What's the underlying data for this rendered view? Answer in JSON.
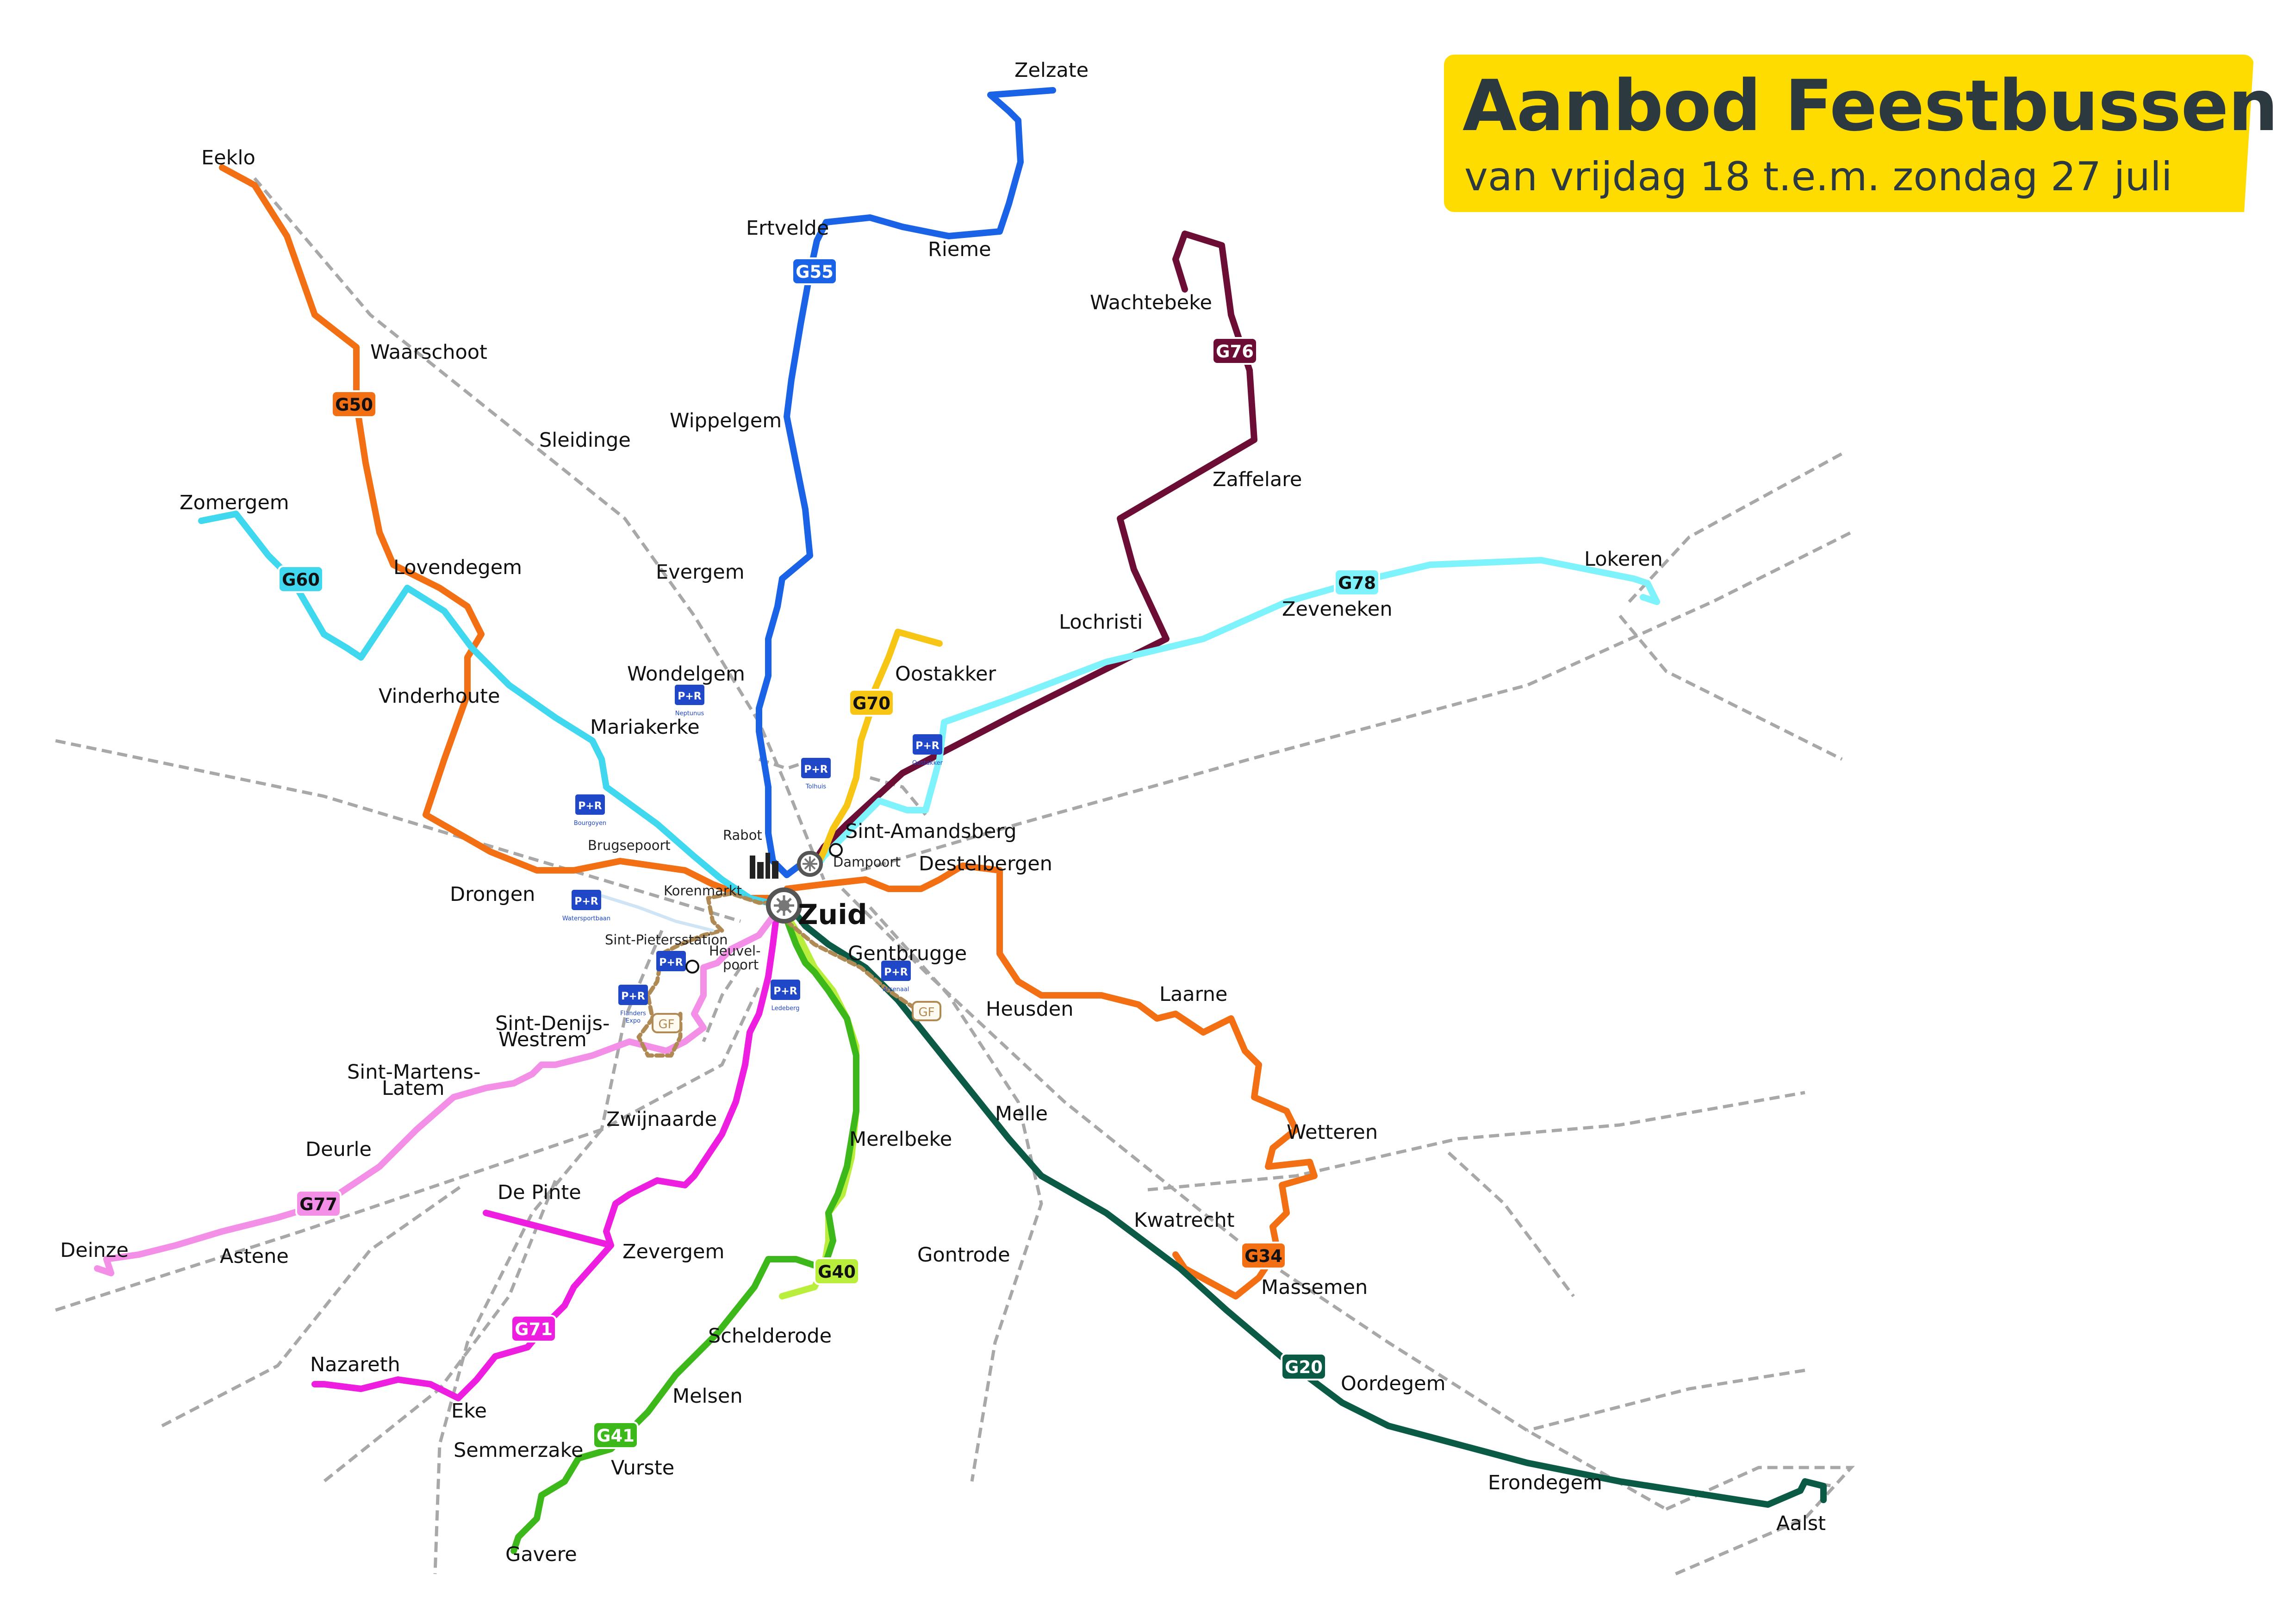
{
  "title": {
    "main": "Aanbod Feestbussen",
    "sub": "van vrijdag 18 t.e.m. zondag 27 juli"
  },
  "hub": {
    "label": "Zuid",
    "dampoort_label": "Dampoort"
  },
  "lines": [
    {
      "id": "G55",
      "color": "#1a63e6",
      "text_color": "#ffffff"
    },
    {
      "id": "G50",
      "color": "#f26f14",
      "text_color": "#111111"
    },
    {
      "id": "G60",
      "color": "#3fd8ef",
      "text_color": "#111111"
    },
    {
      "id": "G76",
      "color": "#6b0d35",
      "text_color": "#ffffff"
    },
    {
      "id": "G78",
      "color": "#7ff3fb",
      "text_color": "#111111"
    },
    {
      "id": "G70",
      "color": "#f7c614",
      "text_color": "#111111"
    },
    {
      "id": "G34",
      "color": "#f26f14",
      "text_color": "#111111"
    },
    {
      "id": "G77",
      "color": "#f48fe8",
      "text_color": "#111111"
    },
    {
      "id": "G71",
      "color": "#ee1ee0",
      "text_color": "#ffffff"
    },
    {
      "id": "G40",
      "color": "#b9ef3c",
      "text_color": "#111111"
    },
    {
      "id": "G41",
      "color": "#3db81b",
      "text_color": "#ffffff"
    },
    {
      "id": "G20",
      "color": "#0b5a45",
      "text_color": "#ffffff"
    }
  ],
  "places": {
    "zelzate": "Zelzate",
    "eeklo": "Eeklo",
    "ertvelde": "Ertvelde",
    "rieme": "Rieme",
    "waarschoot": "Waarschoot",
    "wachtebeke": "Wachtebeke",
    "sleidinge": "Sleidinge",
    "wippelgem": "Wippelgem",
    "zaffelare": "Zaffelare",
    "zomergem": "Zomergem",
    "lovendegem": "Lovendegem",
    "evergem": "Evergem",
    "lokeren": "Lokeren",
    "zeveneken": "Zeveneken",
    "lochristi": "Lochristi",
    "wondelgem": "Wondelgem",
    "oostakker": "Oostakker",
    "vinderhoute": "Vinderhoute",
    "mariakerke": "Mariakerke",
    "sint_amandsberg": "Sint-Amandsberg",
    "destelbergen": "Destelbergen",
    "drongen": "Drongen",
    "gentbrugge": "Gentbrugge",
    "heusden": "Heusden",
    "laarne": "Laarne",
    "sint_denijs_1": "Sint-Denijs-",
    "sint_denijs_2": "Westrem",
    "sint_martens_1": "Sint-Martens-",
    "sint_martens_2": "Latem",
    "zwijnaarde": "Zwijnaarde",
    "melle": "Melle",
    "deurle": "Deurle",
    "merelbeke": "Merelbeke",
    "wetteren": "Wetteren",
    "de_pinte": "De Pinte",
    "kwatrecht": "Kwatrecht",
    "deinze": "Deinze",
    "astene": "Astene",
    "zevergem": "Zevergem",
    "gontrode": "Gontrode",
    "massemen": "Massemen",
    "schelderode": "Schelderode",
    "nazareth": "Nazareth",
    "oordegem": "Oordegem",
    "melsen": "Melsen",
    "eke": "Eke",
    "semmerzake": "Semmerzake",
    "erondegem": "Erondegem",
    "vurste": "Vurste",
    "aalst": "Aalst",
    "gavere": "Gavere"
  },
  "city_labels": {
    "rabot": "Rabot",
    "brugsepoort": "Brugsepoort",
    "korenmarkt": "Korenmarkt",
    "sint_pietersstation": "Sint-Pietersstation",
    "heuvelpoort_1": "Heuvel-",
    "heuvelpoort_2": "poort"
  },
  "park_ride": {
    "label": "P+R",
    "names": {
      "neptunus": "Neptunus",
      "bourgoyen": "Bourgoyen",
      "tolhuis": "Tolhuis",
      "oostakker": "Oostakker",
      "watersportbaan": "Watersportbaan",
      "gentbrugge": "Arsenaal",
      "flanders_expo_1": "Flanders",
      "flanders_expo_2": "Expo",
      "ledeberg": "Ledeberg"
    }
  },
  "gf_label": "GF"
}
